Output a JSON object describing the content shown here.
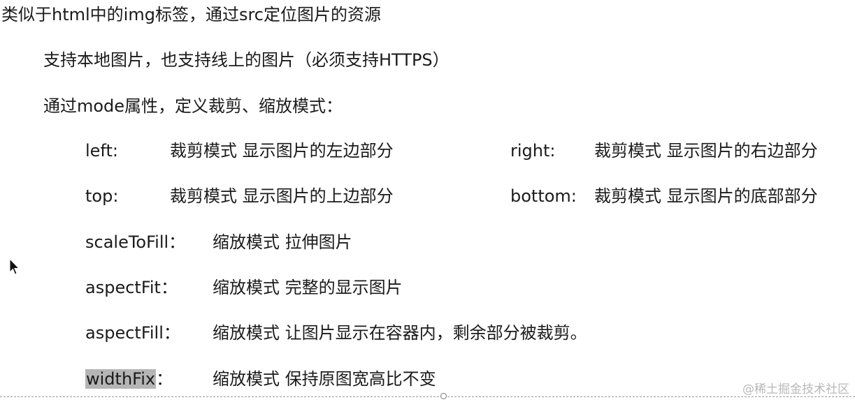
{
  "heading": "类似于html中的img标签，通过src定位图片的资源",
  "points": [
    "支持本地图片，也支持线上的图片（必须支持HTTPS）",
    "通过mode属性，定义裁剪、缩放模式："
  ],
  "crop_modes": [
    {
      "key": "left:",
      "desc": "裁剪模式  显示图片的左边部分"
    },
    {
      "key": "right:",
      "desc": "裁剪模式  显示图片的右边部分"
    },
    {
      "key": "top:",
      "desc": "裁剪模式  显示图片的上边部分"
    },
    {
      "key": "bottom:",
      "desc": "裁剪模式  显示图片的底部部分"
    }
  ],
  "scale_modes": [
    {
      "key": "scaleToFill",
      "sep": "：",
      "desc": "缩放模式  拉伸图片"
    },
    {
      "key": "aspectFit",
      "sep": "：",
      "desc": "缩放模式  完整的显示图片"
    },
    {
      "key": "aspectFill",
      "sep": "：",
      "desc": "缩放模式  让图片显示在容器内，剩余部分被裁剪。"
    },
    {
      "key": "widthFix",
      "sep": "：",
      "desc": "缩放模式  保持原图宽高比不变"
    }
  ],
  "watermark": "@稀土掘金技术社区"
}
